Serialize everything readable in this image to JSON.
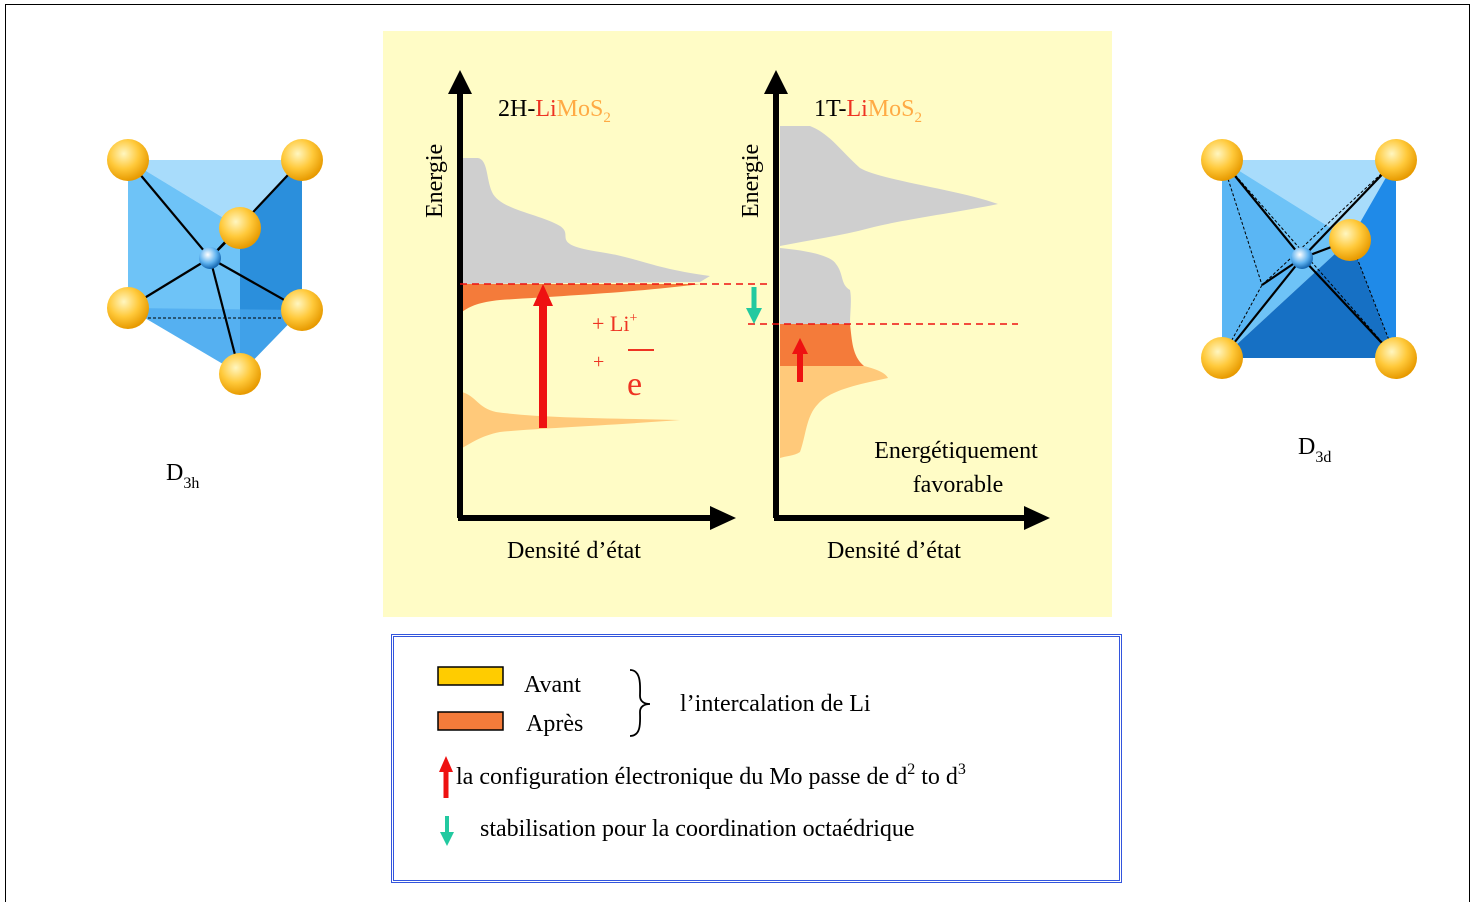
{
  "left_structure": {
    "label_main": "D",
    "label_sub": "3h"
  },
  "right_structure": {
    "label_main": "D",
    "label_sub": "3d"
  },
  "diagram_2h": {
    "title_prefix": "2H-",
    "title_li": "Li",
    "title_mos": "MoS",
    "title_sub": "2",
    "y_label": "Energie",
    "x_label": "Densité d’état",
    "li_plus_prefix": "+ Li",
    "li_plus_sup": "+",
    "e_plus": "+",
    "electron": "e"
  },
  "diagram_1t": {
    "title_prefix": "1T-",
    "title_li": "Li",
    "title_mos": "MoS",
    "title_sub": "2",
    "y_label": "Energie",
    "x_label": "Densité d’état",
    "note_line1": "Energétiquement",
    "note_line2": "favorable"
  },
  "legend": {
    "avant": "Avant",
    "apres": "Après",
    "intercalation": "l’intercalation de Li",
    "config_text": "la configuration électronique du Mo passe de d",
    "config_sup1": "2",
    "config_mid": " to d",
    "config_sup2": "3",
    "stabilisation": "stabilisation pour la coordination octaédrique"
  },
  "colors": {
    "panel_bg": "#fffcc6",
    "before_band": "#ffc97a",
    "after_band": "#f47b3a",
    "gray_band": "#cfcfcf",
    "red_arrow": "#ee1111",
    "green_arrow": "#22c9a0",
    "title_li": "#ee3322",
    "title_mos": "#ffaa44",
    "legend_border": "#3355dd"
  }
}
